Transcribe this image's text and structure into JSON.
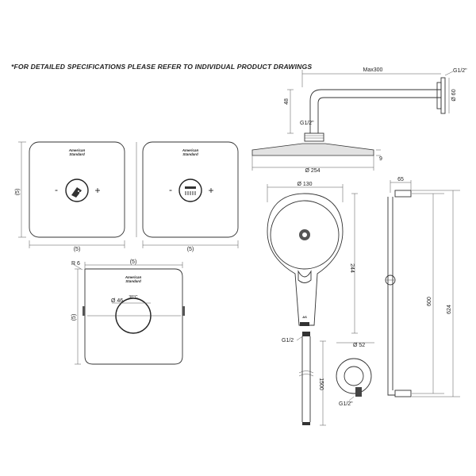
{
  "note": "*FOR DETAILED SPECIFICATIONS PLEASE REFER TO INDIVIDUAL PRODUCT DRAWINGS",
  "brand": {
    "line1": "American",
    "line2": "Standard"
  },
  "valve_plates": {
    "dim_left": "(5)",
    "dim_bottom_a": "(5)",
    "dim_bottom_b": "(5)",
    "minus_glyph": "-",
    "plus_glyph": "+"
  },
  "thermostat": {
    "dim_top": "(5)",
    "dim_left": "(5)",
    "diameter": "Ø 46",
    "chamfer": "R 6",
    "temp_label": "38°C"
  },
  "shower_arm": {
    "max_length": "Max300",
    "thread_top": "G1/2\"",
    "flange_dia": "Ø 60",
    "drop": "48",
    "thread_head": "G1/2\""
  },
  "overhead_shower": {
    "diameter": "Ø 254",
    "thickness": "9"
  },
  "hand_shower": {
    "diameter": "Ø 130",
    "length": "244",
    "thread": "G1/2"
  },
  "hose": {
    "length": "1500"
  },
  "wall_outlet": {
    "diameter": "Ø 52",
    "thread": "G1/2\""
  },
  "slide_rail": {
    "offset": "65",
    "inner_length": "600",
    "total_length": "624"
  }
}
